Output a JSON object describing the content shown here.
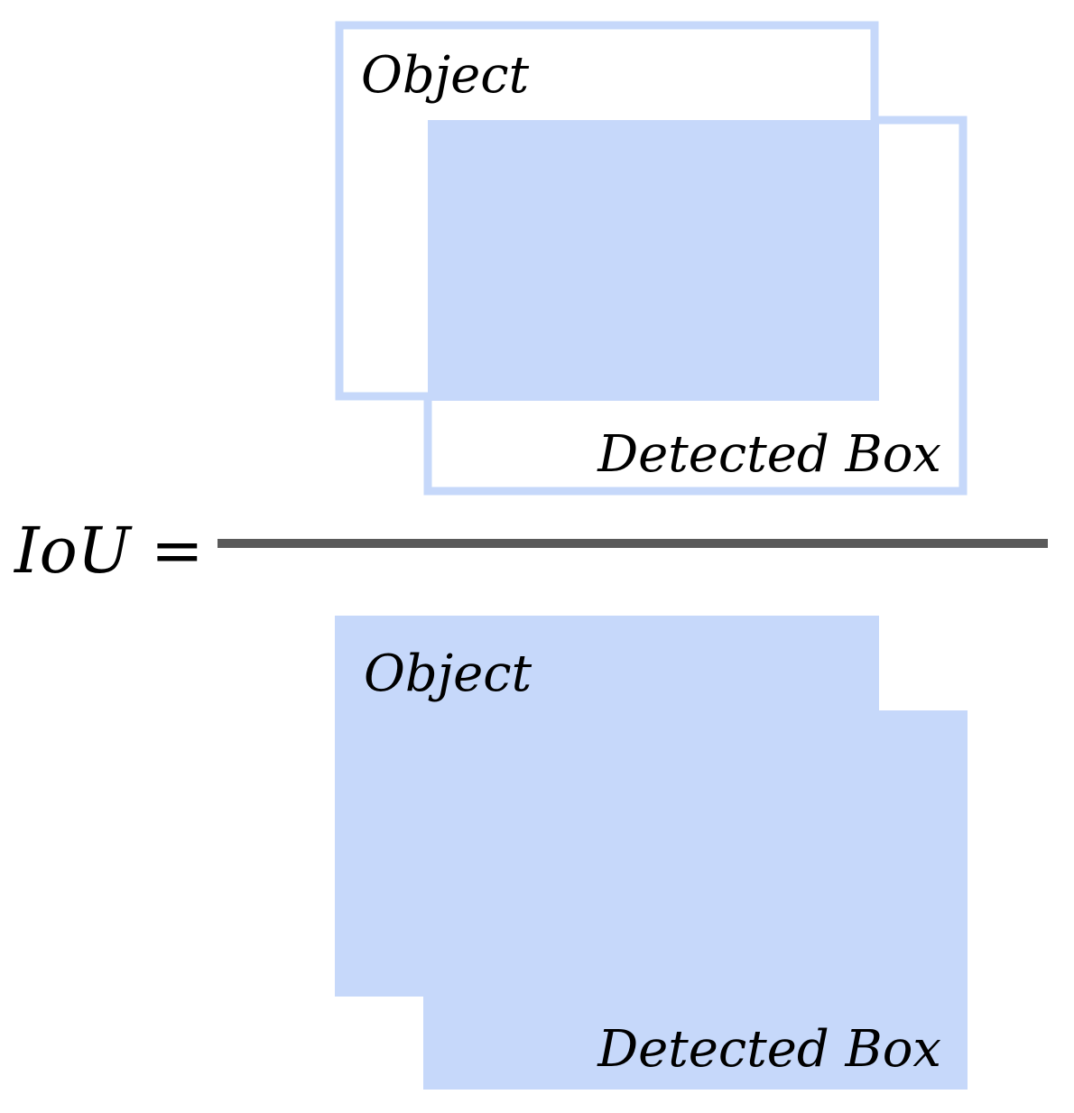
{
  "colors": {
    "box_fill": "#c6d8fa",
    "fraction_bar": "#5a5a5a",
    "text": "#000000"
  },
  "formula": {
    "lhs": "IoU =",
    "numerator": {
      "object_label": "Object",
      "detected_label": "Detected Box"
    },
    "denominator": {
      "object_label": "Object",
      "detected_label": "Detected Box"
    }
  }
}
